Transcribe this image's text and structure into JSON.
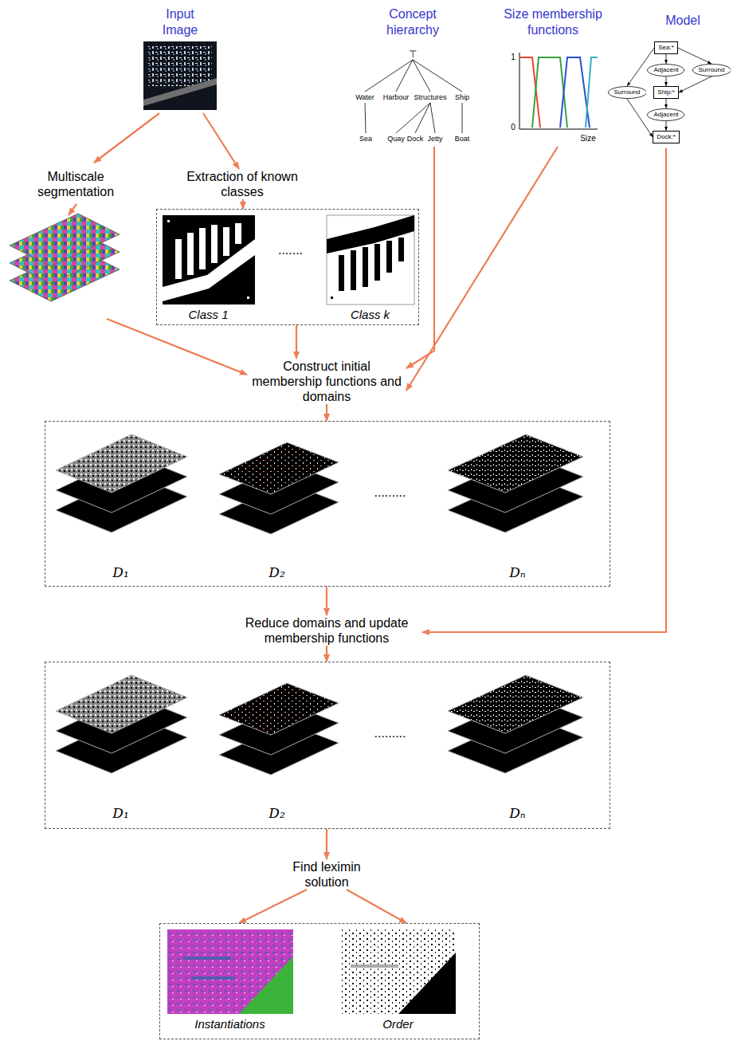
{
  "diagram": {
    "nodes": [
      {
        "text": [
          "Input Image"
        ]
      },
      {
        "text": [
          "Concept hierarchy"
        ]
      },
      {
        "text": [
          "Size membership functions"
        ]
      },
      {
        "text": [
          "Model"
        ]
      },
      {
        "text": [
          "Sea:*"
        ],
        "in": 3
      },
      {
        "text": [
          "Adjacent"
        ],
        "in": 3
      },
      {
        "text": [
          "Surround"
        ],
        "in": 3
      },
      {
        "text": [
          "Surround"
        ],
        "in": 3
      },
      {
        "text": [
          "Ship:*"
        ],
        "in": 3
      },
      {
        "text": [
          "Adjacent"
        ],
        "in": 3
      },
      {
        "text": [
          "Dock:*"
        ],
        "in": 3
      },
      {
        "text": [
          "Multiscale segmentation"
        ]
      },
      {
        "text": [
          "Extraction of known classes"
        ]
      },
      {
        "text": [
          "Class 1",
          ".......",
          "Class k"
        ]
      },
      {
        "text": [
          "Construct initial membership functions and domains"
        ]
      },
      {
        "text": [
          "D₁",
          "D₂",
          ".........",
          "Dₙ"
        ]
      },
      {
        "text": [
          "Reduce domains and update membership functions"
        ]
      },
      {
        "text": [
          "D₁",
          "D₂",
          ".........",
          "Dₙ"
        ]
      },
      {
        "text": [
          "Find leximin solution"
        ]
      },
      {
        "text": [
          "Instantiations",
          "Order"
        ]
      }
    ],
    "edges": [
      {
        "from": 0,
        "to": 11,
        "arrow": "to"
      },
      {
        "from": 0,
        "to": 12,
        "arrow": "to"
      },
      {
        "from": 11,
        "to": 14,
        "arrow": "to"
      },
      {
        "from": 12,
        "to": 13,
        "arrow": "to"
      },
      {
        "from": 13,
        "to": 14,
        "arrow": "to"
      },
      {
        "from": 1,
        "to": 14,
        "arrow": "to"
      },
      {
        "from": 2,
        "to": 14,
        "arrow": "to"
      },
      {
        "from": 14,
        "to": 15,
        "arrow": "to"
      },
      {
        "from": 15,
        "to": 16,
        "arrow": "to"
      },
      {
        "from": 3,
        "to": 16,
        "arrow": "to"
      },
      {
        "from": 16,
        "to": 17,
        "arrow": "to"
      },
      {
        "from": 17,
        "to": 18,
        "arrow": "to"
      },
      {
        "from": 18,
        "to": 19,
        "arrow": "to"
      },
      {
        "from": 18,
        "to": 19,
        "arrow": "to"
      },
      {
        "from": 4,
        "to": 5,
        "arrow": "to"
      },
      {
        "from": 4,
        "to": 6,
        "arrow": "to"
      },
      {
        "from": 4,
        "to": 7,
        "arrow": "to"
      },
      {
        "from": 5,
        "to": 8,
        "arrow": "to"
      },
      {
        "from": 6,
        "to": 8,
        "arrow": "to"
      },
      {
        "from": 8,
        "to": 9,
        "arrow": "to"
      },
      {
        "from": 9,
        "to": 10,
        "arrow": "to"
      },
      {
        "from": 7,
        "to": 10,
        "arrow": "to"
      }
    ],
    "labels": [
      "⊤",
      "Water",
      "Harbour",
      "Structures",
      "Ship",
      "Sea",
      "Quay",
      "Dock",
      "Jetty",
      "Boat",
      "1",
      "0",
      "Size"
    ]
  }
}
